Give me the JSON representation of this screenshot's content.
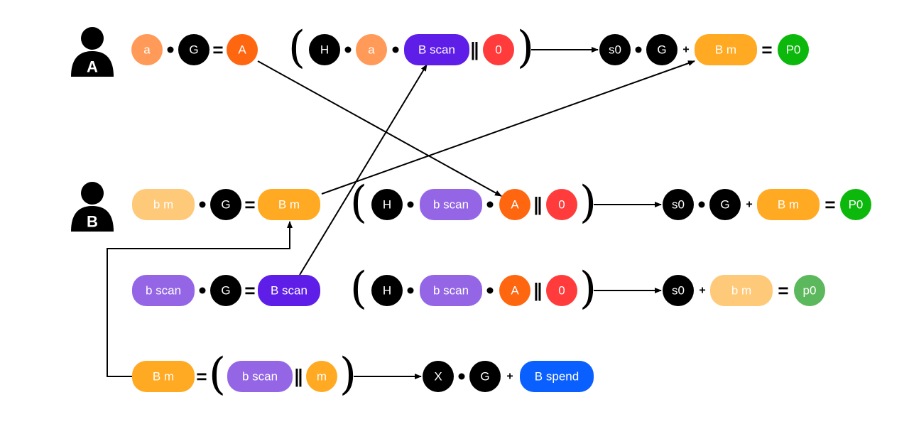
{
  "colors": {
    "orange_light": "#FF9A59",
    "orange": "#FF6610",
    "amber": "#FFAA22",
    "amber_light": "#FFC97A",
    "purple_light": "#9466E6",
    "purple": "#5F1DE8",
    "red": "#FF3B3B",
    "green": "#0CB80C",
    "green_light": "#5CB85C",
    "blue": "#0A5FFF",
    "black": "#000000"
  },
  "actors": [
    {
      "id": "actor-a",
      "letter": "A"
    },
    {
      "id": "actor-b",
      "letter": "B"
    }
  ],
  "symbols": {
    "a": "a",
    "G": "G",
    "A": "A",
    "H": "H",
    "B_scan": "B scan",
    "zero": "0",
    "s0": "s0",
    "B_m": "B m",
    "P0": "P0",
    "b_m": "b m",
    "b_scan": "b scan",
    "p0": "p0",
    "m": "m",
    "X": "X",
    "B_spend": "B spend"
  },
  "operators": {
    "dot": "•",
    "equals": "=",
    "plus": "+",
    "concat": "∥",
    "paren_open": "(",
    "paren_close": ")"
  }
}
